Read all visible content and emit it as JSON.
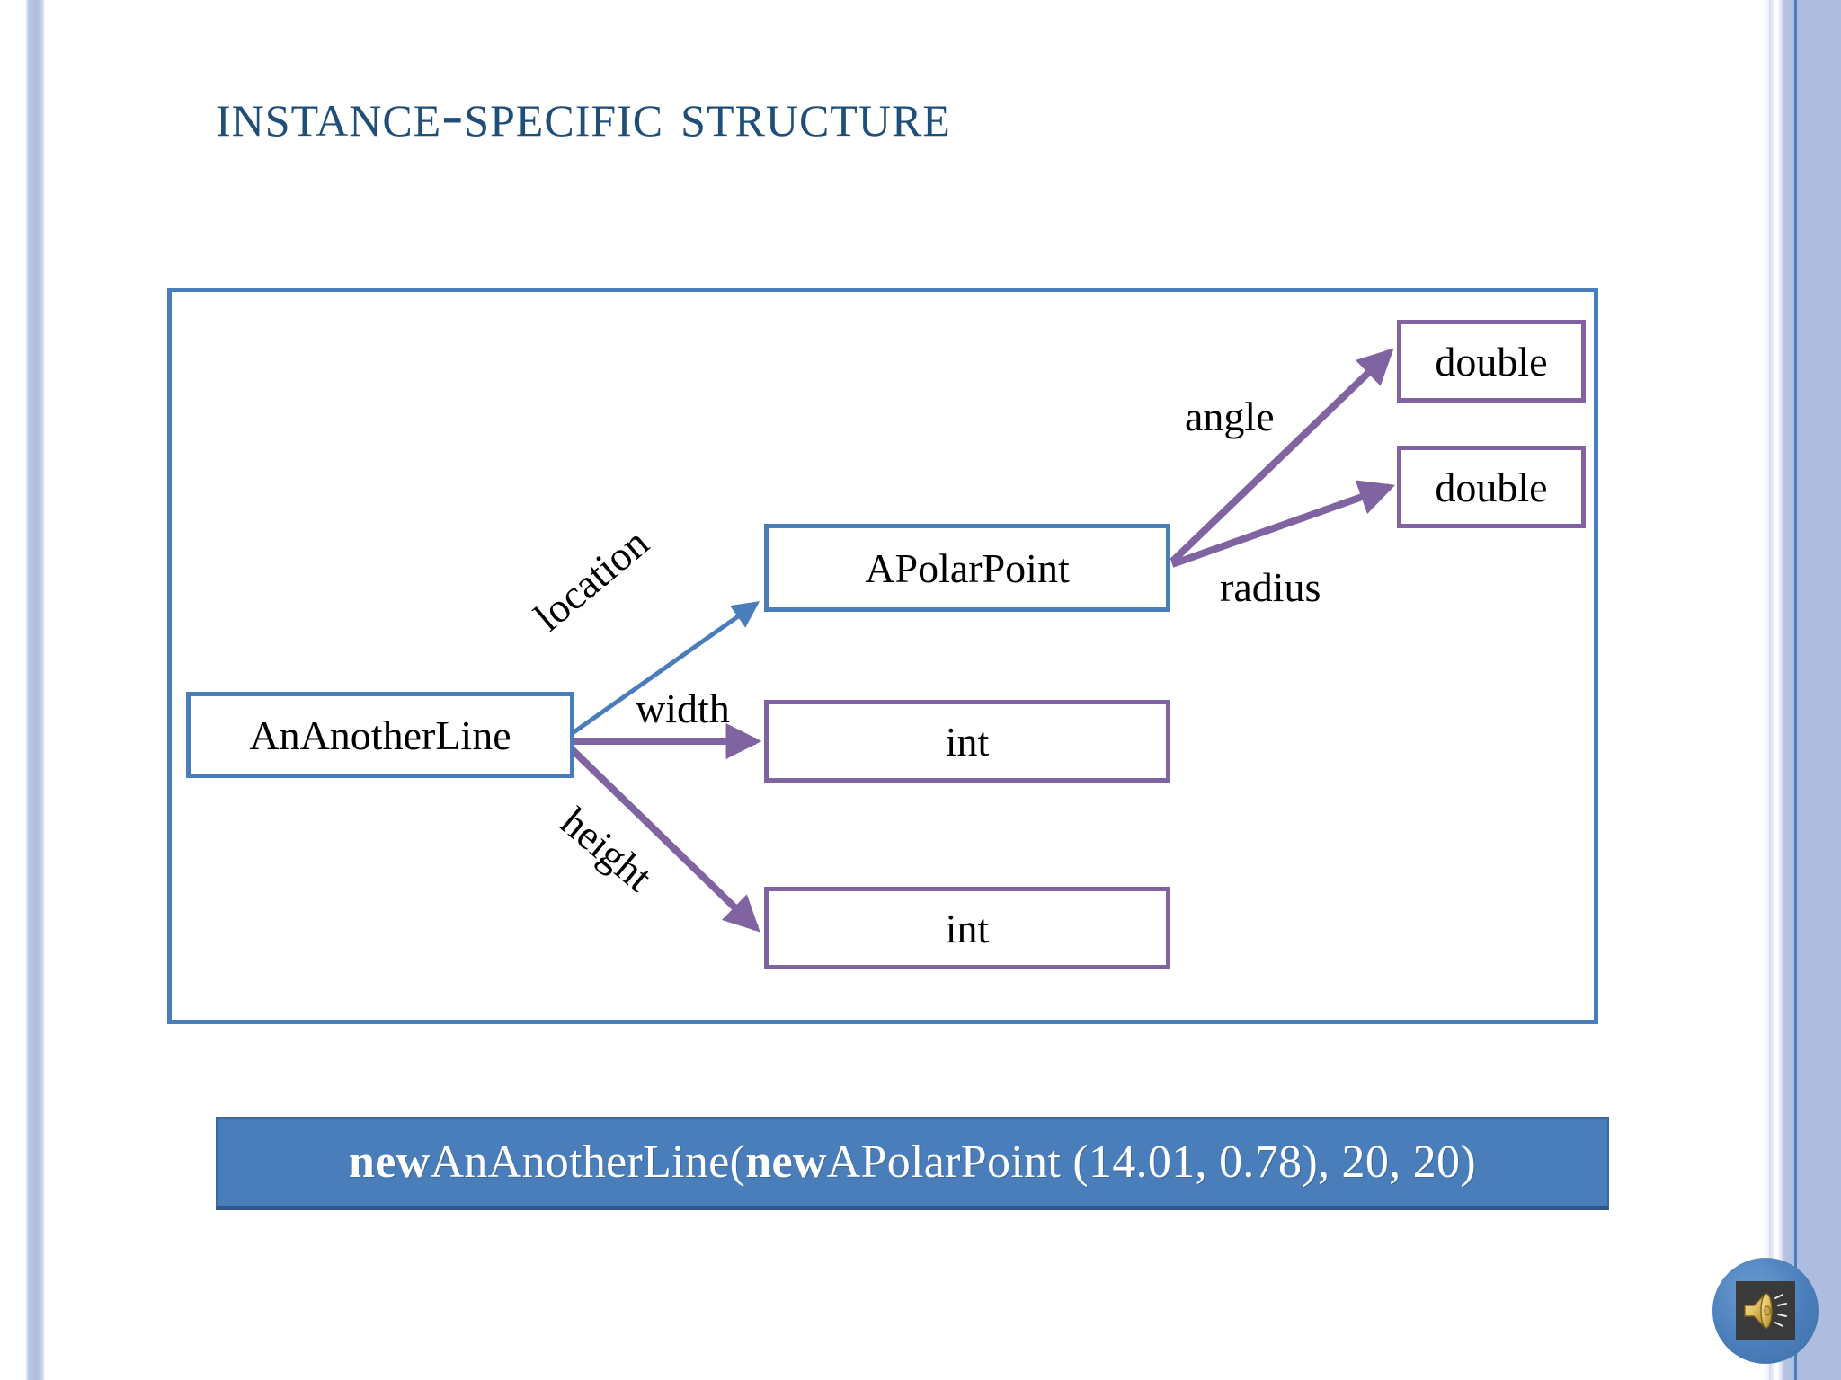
{
  "slide": {
    "title": "Instance-Specific Structure",
    "accent_blue": "#4a7ebb",
    "title_color": "#1f4e79",
    "accent_purple": "#8064a2"
  },
  "diagram": {
    "nodes": [
      {
        "id": "ananotherline",
        "label": "AnAnotherLine",
        "border": "#4a7ebb"
      },
      {
        "id": "apolarpoint",
        "label": "APolarPoint",
        "border": "#4a7ebb"
      },
      {
        "id": "double_angle",
        "label": "double",
        "border": "#8064a2"
      },
      {
        "id": "double_radius",
        "label": "double",
        "border": "#8064a2"
      },
      {
        "id": "int_width",
        "label": "int",
        "border": "#8064a2"
      },
      {
        "id": "int_height",
        "label": "int",
        "border": "#8064a2"
      }
    ],
    "edges": [
      {
        "id": "location",
        "label": "location",
        "from": "ananotherline",
        "to": "apolarpoint",
        "color": "#4a7ebb"
      },
      {
        "id": "width",
        "label": "width",
        "from": "ananotherline",
        "to": "int_width",
        "color": "#8064a2"
      },
      {
        "id": "height",
        "label": "height",
        "from": "ananotherline",
        "to": "int_height",
        "color": "#8064a2"
      },
      {
        "id": "angle",
        "label": "angle",
        "from": "apolarpoint",
        "to": "double_angle",
        "color": "#8064a2"
      },
      {
        "id": "radius",
        "label": "radius",
        "from": "apolarpoint",
        "to": "double_radius",
        "color": "#8064a2"
      }
    ]
  },
  "code_banner": {
    "kw1": "new",
    "part1": " AnAnotherLine(",
    "kw2": "new",
    "part2": " APolarPoint (14.01, 0.78), 20, 20)",
    "full_text": "new AnAnotherLine(new APolarPoint (14.01, 0.78), 20, 20)",
    "background": "#4a7ebb"
  },
  "audio_button": {
    "icon": "speaker-icon"
  }
}
